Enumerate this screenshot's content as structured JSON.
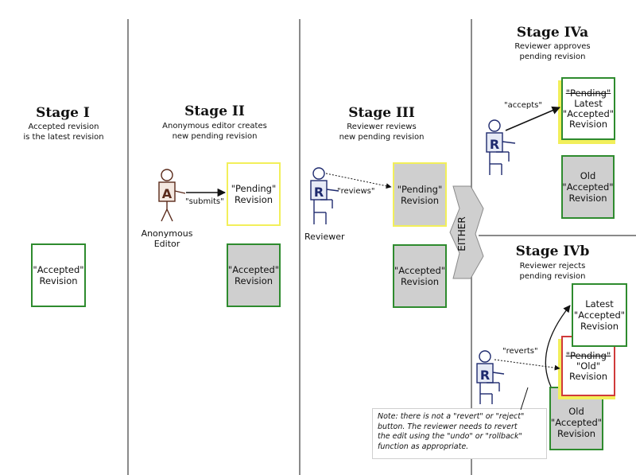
{
  "stages": {
    "s1": {
      "title": "Stage I",
      "desc1": "Accepted revision",
      "desc2": "is the latest revision"
    },
    "s2": {
      "title": "Stage II",
      "desc1": "Anonymous editor creates",
      "desc2": "new pending revision"
    },
    "s3": {
      "title": "Stage III",
      "desc1": "Reviewer reviews",
      "desc2": "new pending revision"
    },
    "s4a": {
      "title": "Stage IVa",
      "desc1": "Reviewer approves",
      "desc2": "pending revision"
    },
    "s4b": {
      "title": "Stage IVb",
      "desc1": "Reviewer rejects",
      "desc2": "pending revision"
    }
  },
  "boxes": {
    "s1_accepted": [
      "\"Accepted\"",
      "Revision"
    ],
    "s2_pending": [
      "\"Pending\"",
      "Revision"
    ],
    "s2_accepted": [
      "\"Accepted\"",
      "Revision"
    ],
    "s3_pending": [
      "\"Pending\"",
      "Revision"
    ],
    "s3_accepted": [
      "\"Accepted\"",
      "Revision"
    ],
    "s4a_latest": [
      "\"Pending\"",
      "Latest",
      "\"Accepted\"",
      "Revision"
    ],
    "s4a_old": [
      "Old",
      "\"Accepted\"",
      "Revision"
    ],
    "s4b_latest": [
      "Latest",
      "\"Accepted\"",
      "Revision"
    ],
    "s4b_pending_old": [
      "\"Pending\"",
      "\"Old\"",
      "Revision"
    ],
    "s4b_old": [
      "Old",
      "\"Accepted\"",
      "Revision"
    ]
  },
  "actors": {
    "anonymous_letter": "A",
    "anonymous_label1": "Anonymous",
    "anonymous_label2": "Editor",
    "reviewer_letter": "R",
    "reviewer_label": "Reviewer"
  },
  "actions": {
    "submits": "\"submits\"",
    "reviews": "\"reviews\"",
    "accepts": "\"accepts\"",
    "reverts": "\"reverts\""
  },
  "either_label": "EITHER",
  "note": {
    "line1": "Note: there is not a \"revert\" or \"reject\"",
    "line2": "button.  The reviewer needs to revert",
    "line3": "the edit using the \"undo\" or \"rollback\"",
    "line4": "function as appropriate."
  },
  "colors": {
    "accepted_border": "#2e8b2e",
    "pending_border": "#f2ef5a",
    "rejected_border": "#d03a3a",
    "old_fill": "#cfcfcf",
    "divider": "#8a8a8a",
    "anonymous_stroke": "#5a2a1a",
    "reviewer_stroke": "#1e2a6e"
  },
  "icons": [
    "anonymous-editor-icon",
    "reviewer-icon",
    "either-arrow-icon"
  ]
}
